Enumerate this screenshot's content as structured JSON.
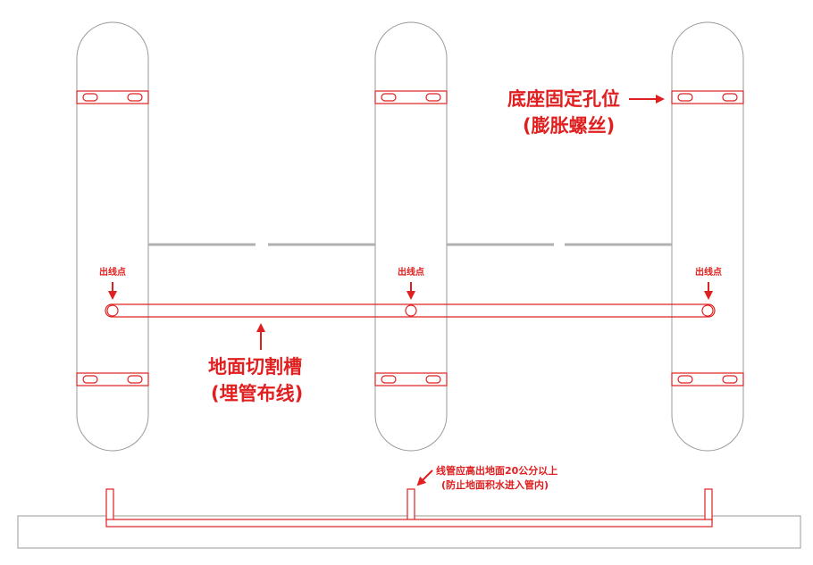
{
  "colors": {
    "accent": "#e02020",
    "outline": "#9a9a9a",
    "panel_fill": "#ffffff",
    "gap_line": "#b0b0b0"
  },
  "labels": {
    "base_fix_holes": "底座固定孔位",
    "expansion_bolts": "(膨胀螺丝)",
    "outlet_point": "出线点",
    "ground_cut_slot": "地面切割槽",
    "buried_pipe_wiring": "(埋管布线)",
    "pipe_height_note": "线管应高出地面20公分以上",
    "prevent_water_note": "(防止地面积水进入管内)"
  },
  "icons": {
    "arrow_right": "arrow-right-icon",
    "arrow_down": "arrow-down-icon",
    "arrow_up": "arrow-up-icon",
    "arrow_diag": "arrow-down-left-icon"
  }
}
